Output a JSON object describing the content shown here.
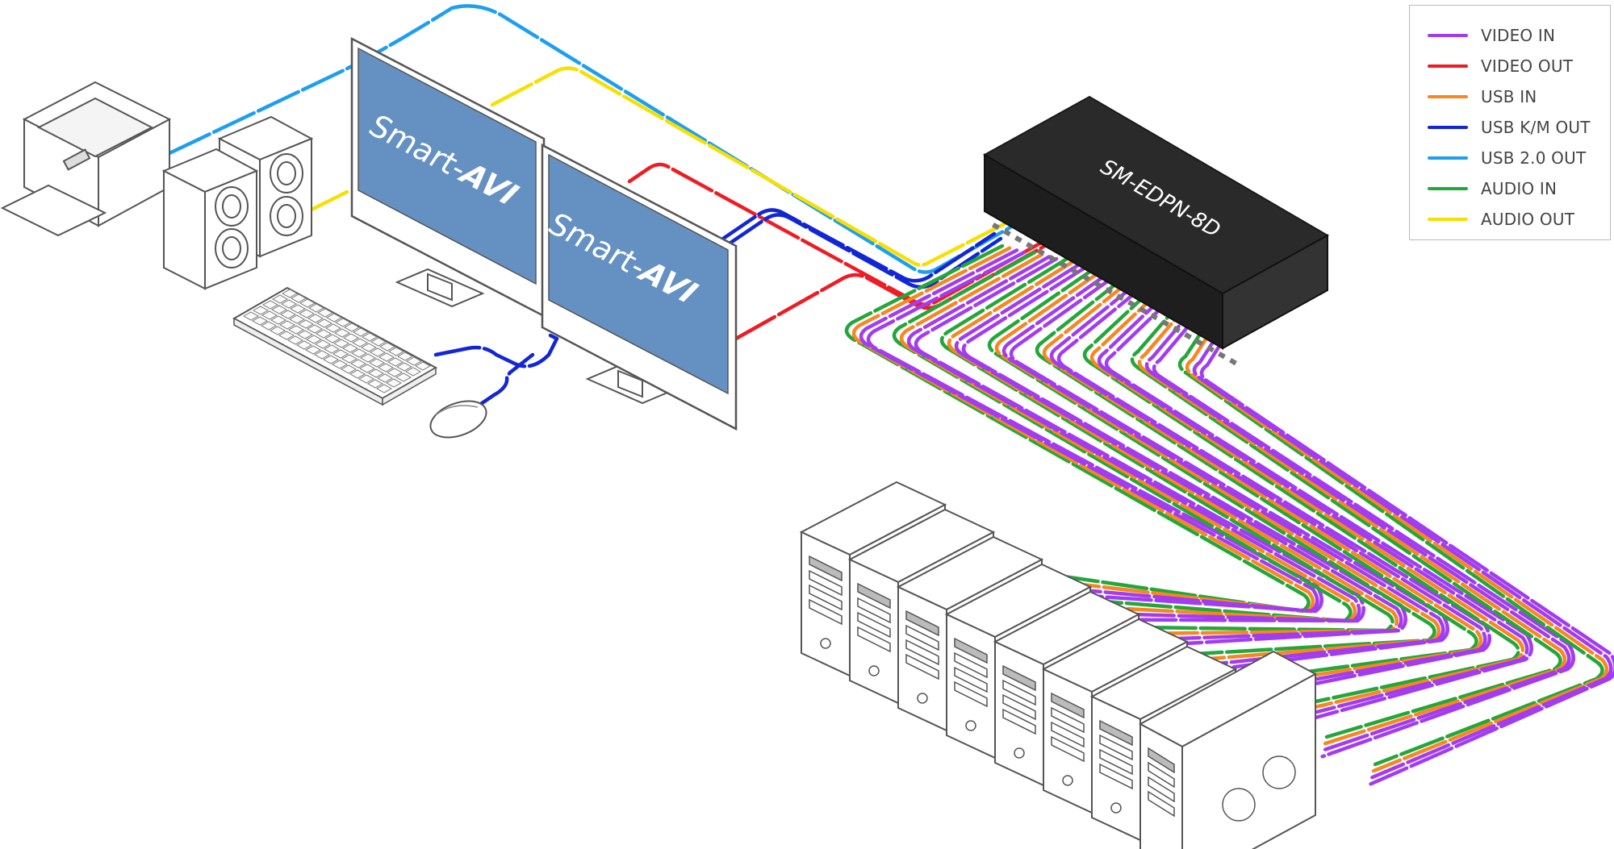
{
  "legend": {
    "items": [
      {
        "label": "VIDEO IN",
        "color": "#a23cf0"
      },
      {
        "label": "VIDEO OUT",
        "color": "#ee1c24"
      },
      {
        "label": "USB IN",
        "color": "#f7871f"
      },
      {
        "label": "USB K/M OUT",
        "color": "#1226d6"
      },
      {
        "label": "USB 2.0 OUT",
        "color": "#1d9ff0"
      },
      {
        "label": "AUDIO IN",
        "color": "#23a73b"
      },
      {
        "label": "AUDIO OUT",
        "color": "#f6e003"
      }
    ]
  },
  "monitors": [
    {
      "brand": "Smart-",
      "brand_mark": "AVI"
    },
    {
      "brand": "Smart-",
      "brand_mark": "AVI"
    }
  ],
  "switch": {
    "model": "SM-EDPN-8D"
  },
  "icons": [
    "printer-icon",
    "speaker-icon",
    "monitor-icon",
    "keyboard-icon",
    "mouse-icon",
    "computer-tower-icon",
    "kvm-switch-icon"
  ],
  "computer_count": 8,
  "colors": {
    "switch_body": "#2a2a2a",
    "screen": "#6591c2",
    "outline": "#555555"
  }
}
